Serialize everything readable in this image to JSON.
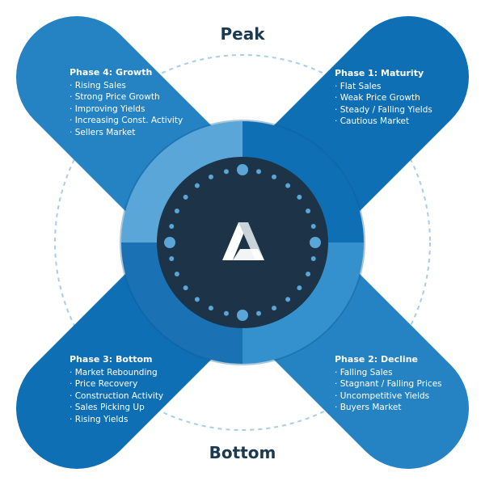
{
  "labels": {
    "top": "Peak",
    "bottom": "Bottom"
  },
  "phases": [
    {
      "id": "phase-1",
      "title": "Phase 1: Maturity",
      "items": [
        "Flat Sales",
        "Weak Price Growth",
        "Steady / Falling Yields",
        "Cautious Market"
      ]
    },
    {
      "id": "phase-2",
      "title": "Phase 2: Decline",
      "items": [
        "Falling Sales",
        "Stagnant / Falling Prices",
        "Uncompetitive Yields",
        "Buyers Market"
      ]
    },
    {
      "id": "phase-3",
      "title": "Phase 3: Bottom",
      "items": [
        "Market Rebounding",
        "Price Recovery",
        "Construction Activity",
        "Sales Picking Up",
        "Rising Yields"
      ]
    },
    {
      "id": "phase-4",
      "title": "Phase 4: Growth",
      "items": [
        "Rising Sales",
        "Strong Price Growth",
        "Improving Yields",
        "Increasing Const. Activity",
        "Sellers Market"
      ]
    }
  ],
  "colors": {
    "band_a": "#2683c3",
    "band_b": "#0f6fb5",
    "ring_tr": "#0f6fb5",
    "ring_br": "#3591ce",
    "ring_bl": "#1a71b3",
    "ring_tl": "#5ba6d8",
    "hub": "#1d3448",
    "dots": "#5ba6d8",
    "dashed": "#a9cde8",
    "text_dark": "#1c3a4f"
  },
  "icons": {
    "center": "triangle-logo-icon"
  }
}
